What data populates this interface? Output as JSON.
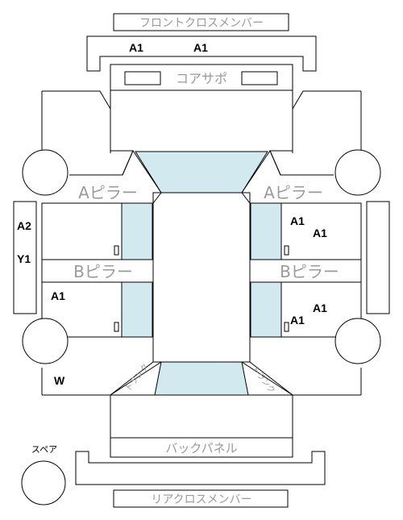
{
  "labels": {
    "front_cross_member": "フロントクロスメンバー",
    "core_support": "コアサポ",
    "a_pillar_left": "Aピラー",
    "a_pillar_right": "Aピラー",
    "b_pillar_left": "Bピラー",
    "b_pillar_right": "Bピラー",
    "back_panel": "バックパネル",
    "rear_cross_member": "リアクロスメンバー",
    "trunk_left": "トランク",
    "trunk_right": "トランク",
    "spare": "スペア"
  },
  "grades": {
    "front_member_left": "A1",
    "front_member_right": "A1",
    "left_rocker_1": "A2",
    "left_rocker_2": "Y1",
    "left_rear_door": "A1",
    "right_front_door_1": "A1",
    "right_front_door_2": "A1",
    "right_rear_door_1": "A1",
    "right_rear_door_2": "A1",
    "left_rear_quarter": "W"
  },
  "colors": {
    "line": "#000000",
    "glass": "#d3e9f0",
    "label_gray": "#9a9a9a"
  }
}
